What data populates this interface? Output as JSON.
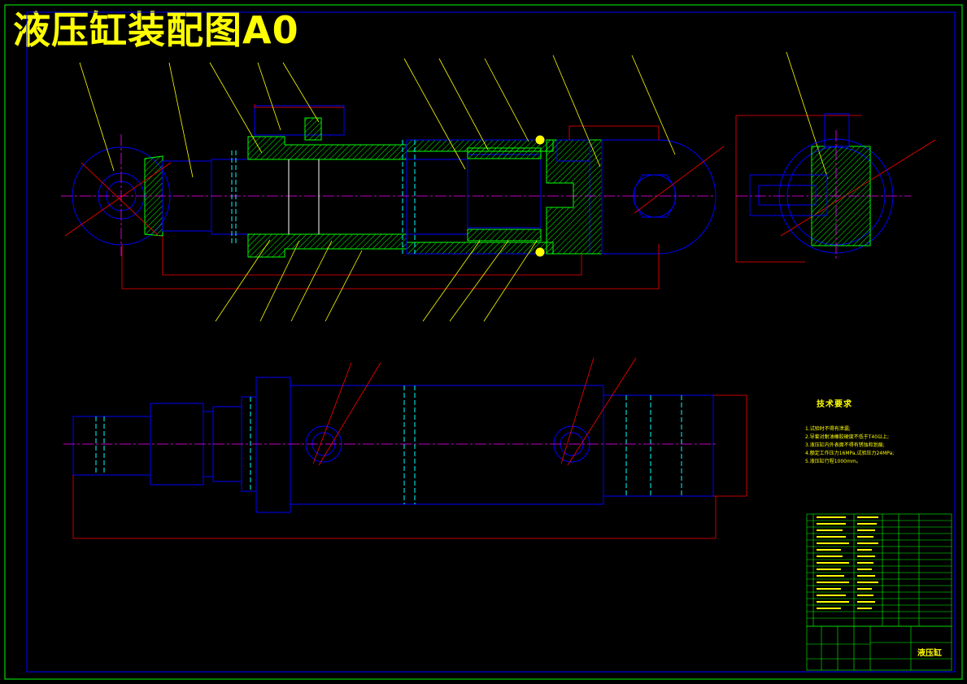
{
  "title": "液压缸装配图A0",
  "colors": {
    "background": "#000000",
    "frame": "#00ff00",
    "outline": "#0000ff",
    "hatch": "#00ff00",
    "leader": "#ffff00",
    "dimension": "#ff0000",
    "centerline": "#ff00ff",
    "hidden": "#00ffff",
    "text": "#ffff00"
  },
  "tech_requirements": {
    "heading": "技术要求",
    "items": [
      "1.试验时不得有泄漏;",
      "2.导套对耐油橡胶硬度不低于T40以上;",
      "3.液压缸内外表面不得有锈蚀和划痕;",
      "4.额定工作压力16MPa,试验压力24MPa;",
      "5.液压缸行程1000mm。"
    ]
  },
  "title_block": {
    "name": "液压缸"
  }
}
